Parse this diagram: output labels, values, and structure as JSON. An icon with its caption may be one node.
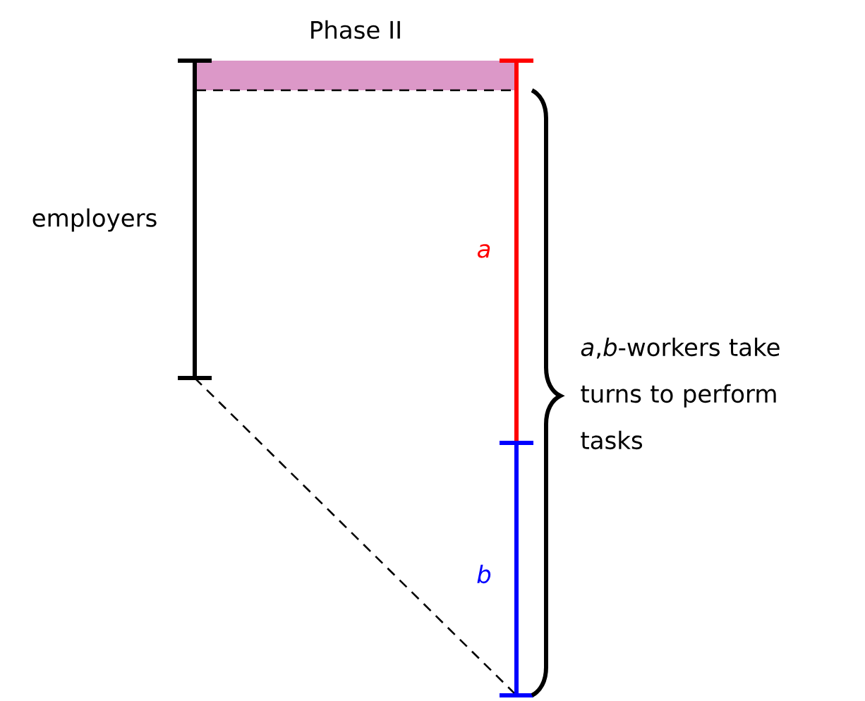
{
  "diagram": {
    "labels": [
      "Phase II",
      "employers",
      "a",
      "b",
      "*a*,*b*-workers take turns to perform tasks"
    ]
  }
}
